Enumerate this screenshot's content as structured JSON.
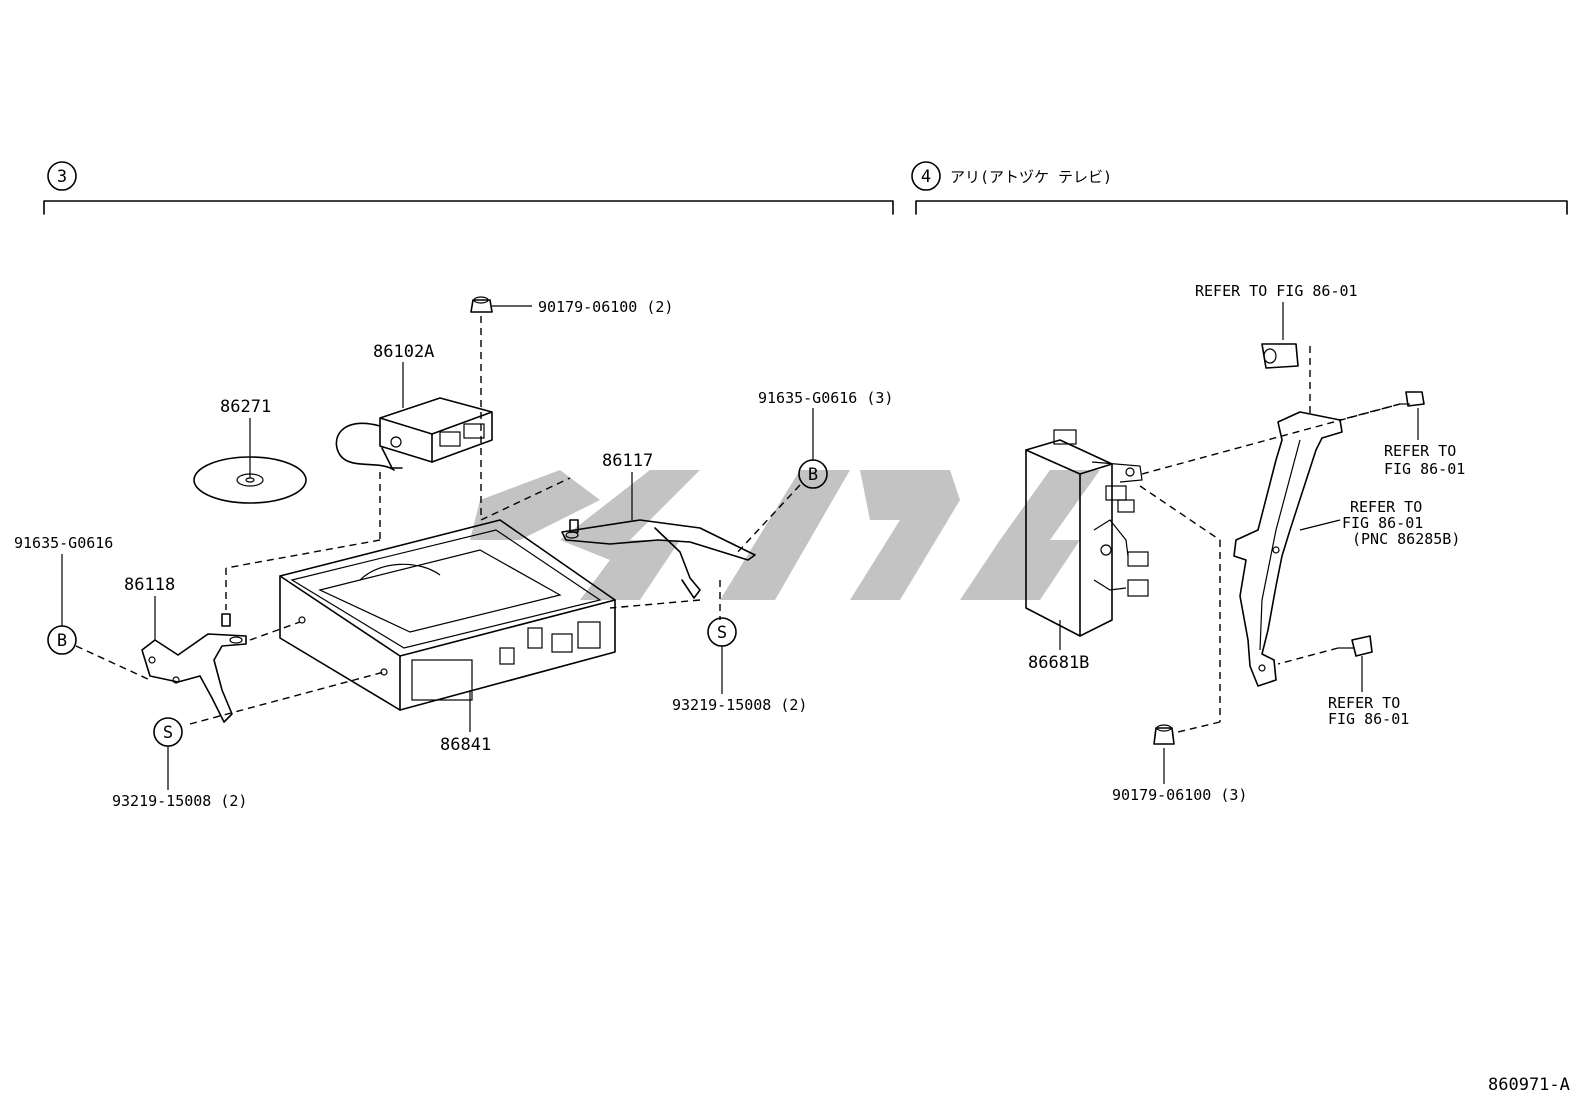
{
  "sections": {
    "left": {
      "number": "3"
    },
    "right": {
      "number": "4",
      "title": "アリ(アトヅケ テレビ)"
    }
  },
  "parts": {
    "p90179_left": "90179-06100 (2)",
    "p86102A": "86102A",
    "p86271": "86271",
    "p91635_right": "91635-G0616 (3)",
    "p86117": "86117",
    "p91635_left": "91635-G0616",
    "p86118": "86118",
    "p93219_right": "93219-15008 (2)",
    "p86841": "86841",
    "p93219_left": "93219-15008 (2)",
    "p86681B": "86681B",
    "p90179_right": "90179-06100 (3)"
  },
  "markers": {
    "b": "B",
    "s": "S"
  },
  "refs": {
    "top": "REFER TO FIG 86-01",
    "bolt_top": {
      "line1": "REFER TO",
      "line2": "FIG 86-01"
    },
    "bracket": {
      "line1": "REFER TO",
      "line2": "FIG 86-01",
      "line3": "(PNC 86285B)"
    },
    "bolt_bottom": {
      "line1": "REFER TO",
      "line2": "FIG 86-01"
    }
  },
  "figure_id": "860971-A"
}
